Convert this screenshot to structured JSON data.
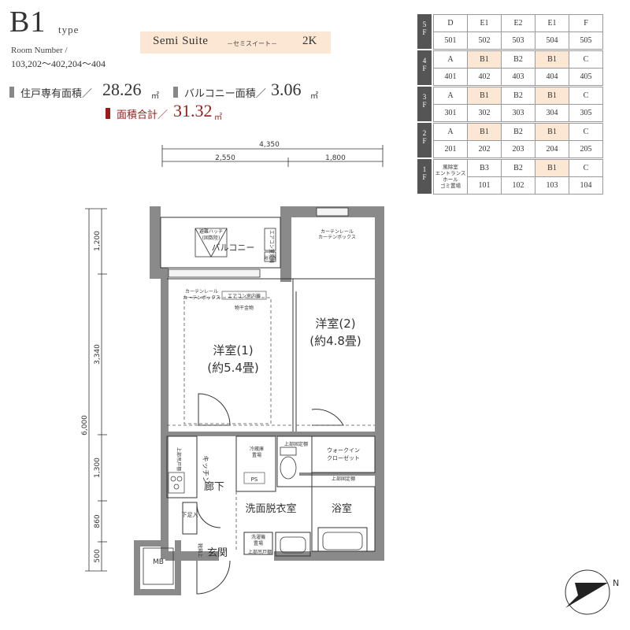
{
  "unit": {
    "type_letter": "B1",
    "type_word": "type",
    "room_number_label": "Room Number /",
    "room_numbers": "103,202～402,204～404"
  },
  "suite": {
    "name": "Semi Suite",
    "kana": "－セミスイート－",
    "layout": "2K"
  },
  "areas": {
    "private_label": "住戸専有面積／",
    "private_value": "28.26",
    "private_unit": "㎡",
    "balcony_label": "バルコニー面積／",
    "balcony_value": "3.06",
    "balcony_unit": "㎡",
    "total_label": "面積合計／",
    "total_value": "31.32",
    "total_unit": "㎡"
  },
  "floors": [
    {
      "label": "5F",
      "cells": [
        {
          "type": "D",
          "room": "501",
          "hl": false
        },
        {
          "type": "E1",
          "room": "502",
          "hl": false
        },
        {
          "type": "E2",
          "room": "503",
          "hl": false
        },
        {
          "type": "E1",
          "room": "504",
          "hl": false
        },
        {
          "type": "F",
          "room": "505",
          "hl": false
        }
      ]
    },
    {
      "label": "4F",
      "cells": [
        {
          "type": "A",
          "room": "401",
          "hl": false
        },
        {
          "type": "B1",
          "room": "402",
          "hl": true
        },
        {
          "type": "B2",
          "room": "403",
          "hl": false
        },
        {
          "type": "B1",
          "room": "404",
          "hl": true
        },
        {
          "type": "C",
          "room": "405",
          "hl": false
        }
      ]
    },
    {
      "label": "3F",
      "cells": [
        {
          "type": "A",
          "room": "301",
          "hl": false
        },
        {
          "type": "B1",
          "room": "302",
          "hl": true
        },
        {
          "type": "B2",
          "room": "303",
          "hl": false
        },
        {
          "type": "B1",
          "room": "304",
          "hl": true
        },
        {
          "type": "C",
          "room": "305",
          "hl": false
        }
      ]
    },
    {
      "label": "2F",
      "cells": [
        {
          "type": "A",
          "room": "201",
          "hl": false
        },
        {
          "type": "B1",
          "room": "202",
          "hl": true
        },
        {
          "type": "B2",
          "room": "203",
          "hl": false
        },
        {
          "type": "B1",
          "room": "204",
          "hl": true
        },
        {
          "type": "C",
          "room": "205",
          "hl": false
        }
      ]
    },
    {
      "label": "1F",
      "cells": [
        {
          "type": "風除室\nエントランスホール\nゴミ置場",
          "room": "",
          "hl": false,
          "small": true
        },
        {
          "type": "B3",
          "room": "101",
          "hl": false
        },
        {
          "type": "B2",
          "room": "102",
          "hl": false
        },
        {
          "type": "B1",
          "room": "103",
          "hl": true
        },
        {
          "type": "C",
          "room": "104",
          "hl": false
        }
      ]
    }
  ],
  "dimensions": {
    "top_total": "4,350",
    "top_left": "2,550",
    "top_right": "1,800",
    "side_total": "6,000",
    "side_1": "1,200",
    "side_2": "3,340",
    "side_3": "1,300",
    "side_4": "860",
    "side_5": "500"
  },
  "rooms": {
    "western1_name": "洋室(1)",
    "western1_size": "(約5.4畳)",
    "western2_name": "洋室(2)",
    "western2_size": "(約4.8畳)",
    "balcony": "バルコニー",
    "kitchen": "キッチン",
    "hallway": "廊下",
    "washroom": "洗面脱衣室",
    "bath": "浴室",
    "entrance": "玄関",
    "walkin_line1": "ウォークイン",
    "walkin_line2": "クローゼット"
  },
  "fixtures": {
    "hatch": "避難ハッチ\n(固数陸)",
    "ac_outdoor": "エアコン\n室外機",
    "hot_water": "給湯器",
    "curtain_rail_right": "カーテンレール\nカーテンボックス",
    "curtain_rail_left": "カーテンレール\nカーテンボックス",
    "ac_indoor": "エアコン室内機",
    "laundry_pole": "物干金物",
    "fridge": "冷蔵庫\n置場",
    "upper_shelf": "上部固定棚",
    "upper_shelf2": "上部固定棚",
    "ps": "PS",
    "upper_cabinet": "上部吊戸棚",
    "shoe_storage": "下足入",
    "washer": "洗濯機\n置場",
    "upper_cabinet2": "上部吊戸棚",
    "shoe_cabinet_top": "靴箱上",
    "mb": "MB",
    "upper_cabinet3": "上部吊戸棚"
  },
  "compass": {
    "north": "N"
  },
  "colors": {
    "accent": "#9b1b1b",
    "highlight": "#fbe7d3",
    "wall": "#8a8a8a"
  }
}
